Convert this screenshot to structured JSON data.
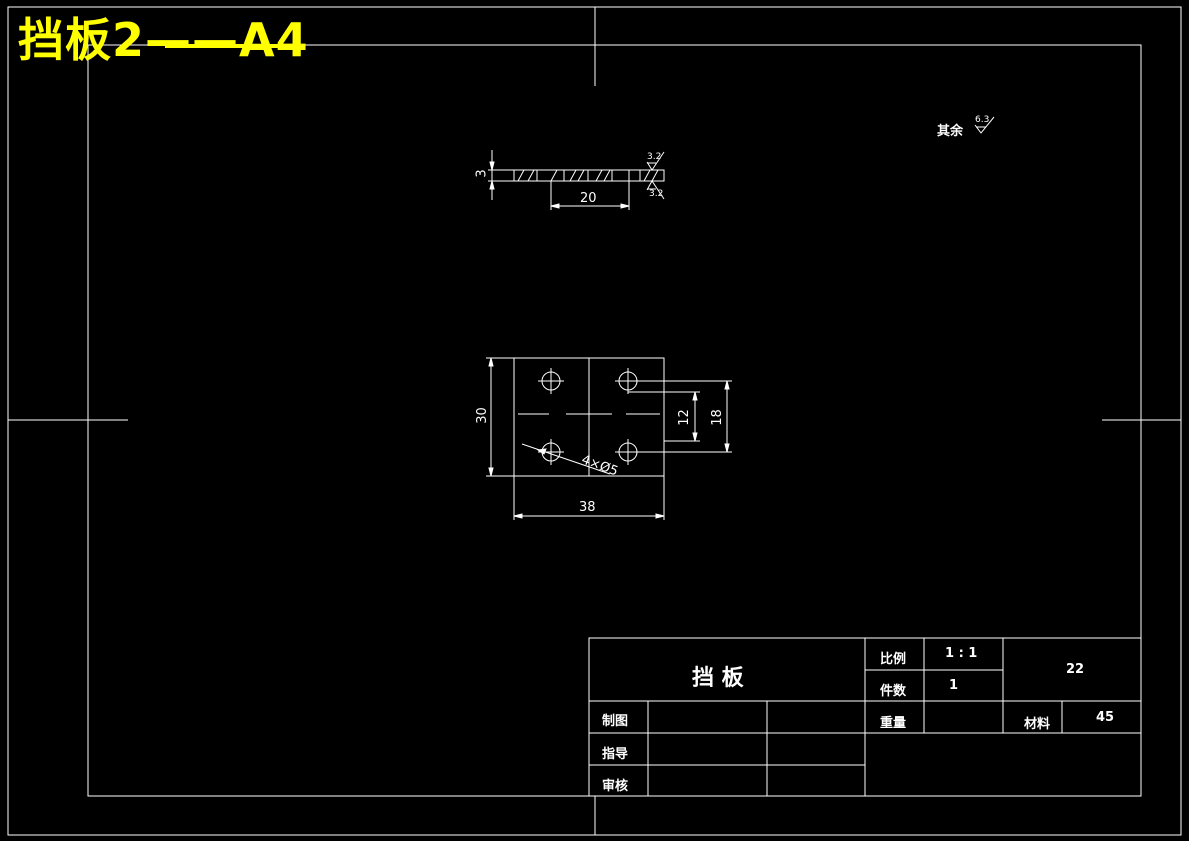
{
  "sheet": {
    "heading": "挡板2——A4",
    "roughness_note": {
      "label": "其余",
      "value": "6.3"
    }
  },
  "section_view": {
    "thickness_dim": "3",
    "length_dim": "20",
    "roughness_top": "3.2",
    "roughness_bottom": "3.2"
  },
  "plan_view": {
    "height_dim": "30",
    "width_dim": "38",
    "hole_spacing_small": "12",
    "hole_spacing_large": "18",
    "hole_callout": "4×Ø5"
  },
  "title_block": {
    "part_name": "挡 板",
    "scale_label": "比例",
    "scale_value": "1 : 1",
    "quantity_label": "件数",
    "quantity_value": "1",
    "drawing_number": "22",
    "weight_label": "重量",
    "material_label": "材料",
    "material_value": "45",
    "drawn_label": "制图",
    "supervisor_label": "指导",
    "reviewer_label": "审核"
  }
}
